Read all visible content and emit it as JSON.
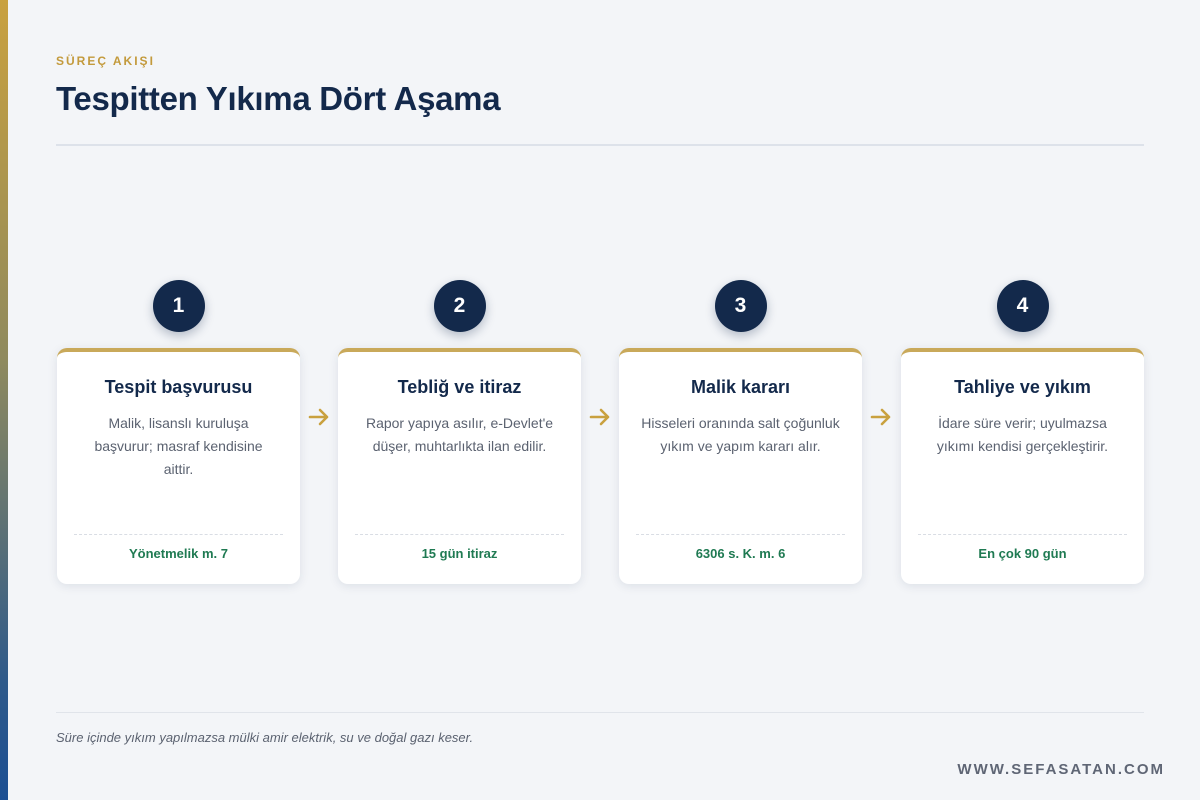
{
  "header": {
    "eyebrow": "SÜREÇ AKIŞI",
    "title": "Tespitten Yıkıma Dört Aşama"
  },
  "steps": [
    {
      "number": "1",
      "title": "Tespit başvurusu",
      "description": "Malik, lisanslı kuruluşa başvurur; masraf kendisine aittir.",
      "footer": "Yönetmelik m. 7"
    },
    {
      "number": "2",
      "title": "Tebliğ ve itiraz",
      "description": "Rapor yapıya asılır, e-Devlet'e düşer, muhtarlıkta ilan edilir.",
      "footer": "15 gün itiraz"
    },
    {
      "number": "3",
      "title": "Malik kararı",
      "description": "Hisseleri oranında salt çoğunluk yıkım ve yapım kararı alır.",
      "footer": "6306 s. K. m. 6"
    },
    {
      "number": "4",
      "title": "Tahliye ve yıkım",
      "description": "İdare süre verir; uyulmazsa yıkımı kendisi gerçekleştirir.",
      "footer": "En çok 90 gün"
    }
  ],
  "note": "Süre içinde yıkım yapılmazsa mülki amir elektrik, su ve doğal gazı keser.",
  "footer": {
    "url": "WWW.SEFASATAN.COM"
  },
  "icons": {
    "step_arrow": "arrow-right-icon"
  },
  "colors": {
    "navy": "#13294b",
    "gold": "#c9a95a",
    "green": "#1f7a52",
    "background": "#f3f5f8"
  }
}
